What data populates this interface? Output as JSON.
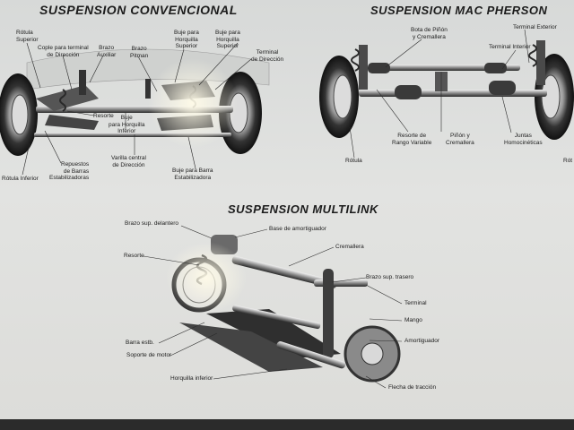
{
  "titles": {
    "conv": "SUSPENSION CONVENCIONAL",
    "mac": "SUSPENSION MAC PHERSON",
    "multi": "SUSPENSION MULTILINK"
  },
  "conv_labels": {
    "rotula_sup": "Rótula\nSuperior",
    "cople": "Cople para terminal\nde Dirección",
    "brazo_aux": "Brazo\nAuxiliar",
    "brazo_pit": "Brazo\nPitman",
    "buje_hs": "Buje para\nHorquilla\nSuperior",
    "buje_hs2": "Buje para\nHorquilla\nSuperior",
    "terminal_dir": "Terminal\nde Dirección",
    "resorte": "Resorte",
    "buje_hi": "Buje\npara Horquilla\nInferior",
    "repuestos": "Repuestos\nde Barras\nEstabilizadoras",
    "varilla": "Varilla central\nde Dirección",
    "buje_barra": "Buje para Barra\nEstabilizadora",
    "rotula_inf": "Rótula Inferior"
  },
  "mac_labels": {
    "bota": "Bota de Piñón\ny Cremallera",
    "term_ext": "Terminal Exterior",
    "term_int": "Terminal Interior",
    "resorte_rv": "Resorte de\nRango Variable",
    "pinon": "Piñón y\nCremallera",
    "juntas": "Juntas\nHomocinéticas",
    "rotula": "Rótula",
    "rot_cut": "Rót"
  },
  "multi_labels": {
    "brazo_del": "Brazo sup. delantero",
    "base_amort": "Base de amortiguador",
    "cremallera": "Cremallera",
    "resorte": "Resorte",
    "brazo_tras": "Brazo sup. trasero",
    "terminal": "Terminal",
    "mango": "Mango",
    "amortiguador": "Amortiguador",
    "barra_estb": "Barra estb.",
    "soporte": "Soporte de motor",
    "horquilla": "Horquilla inferior",
    "flecha": "Flecha de tracción"
  }
}
